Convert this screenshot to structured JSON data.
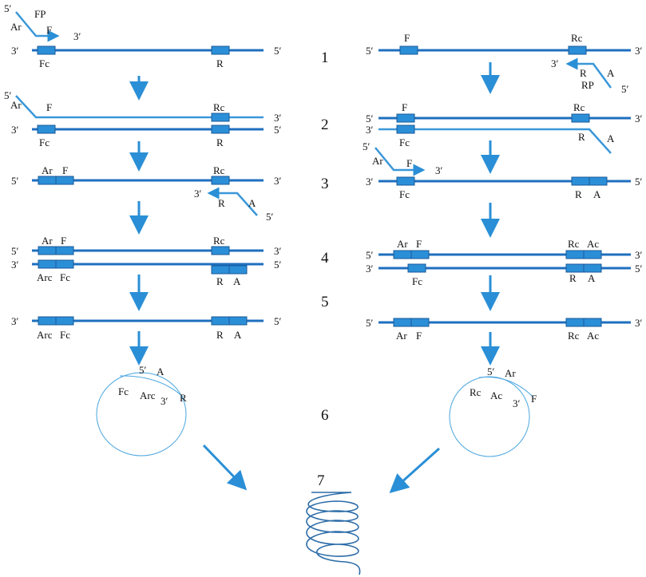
{
  "figure": {
    "steps": [
      "1",
      "2",
      "3",
      "4",
      "5",
      "6",
      "7"
    ],
    "ends": {
      "five": "5′",
      "three": "3′"
    },
    "regions": {
      "F": "F",
      "Fc": "Fc",
      "R": "R",
      "Rc": "Rc",
      "Ar": "Ar",
      "Arc": "Arc",
      "A": "A",
      "Ac": "Ac"
    },
    "primers": {
      "forward": "FP",
      "reverse": "RP"
    },
    "colors": {
      "strand": "#1f6fbf",
      "primer": "#3a97d9",
      "region": "#2b8fd8",
      "arrow": "#2a8fd6"
    }
  }
}
